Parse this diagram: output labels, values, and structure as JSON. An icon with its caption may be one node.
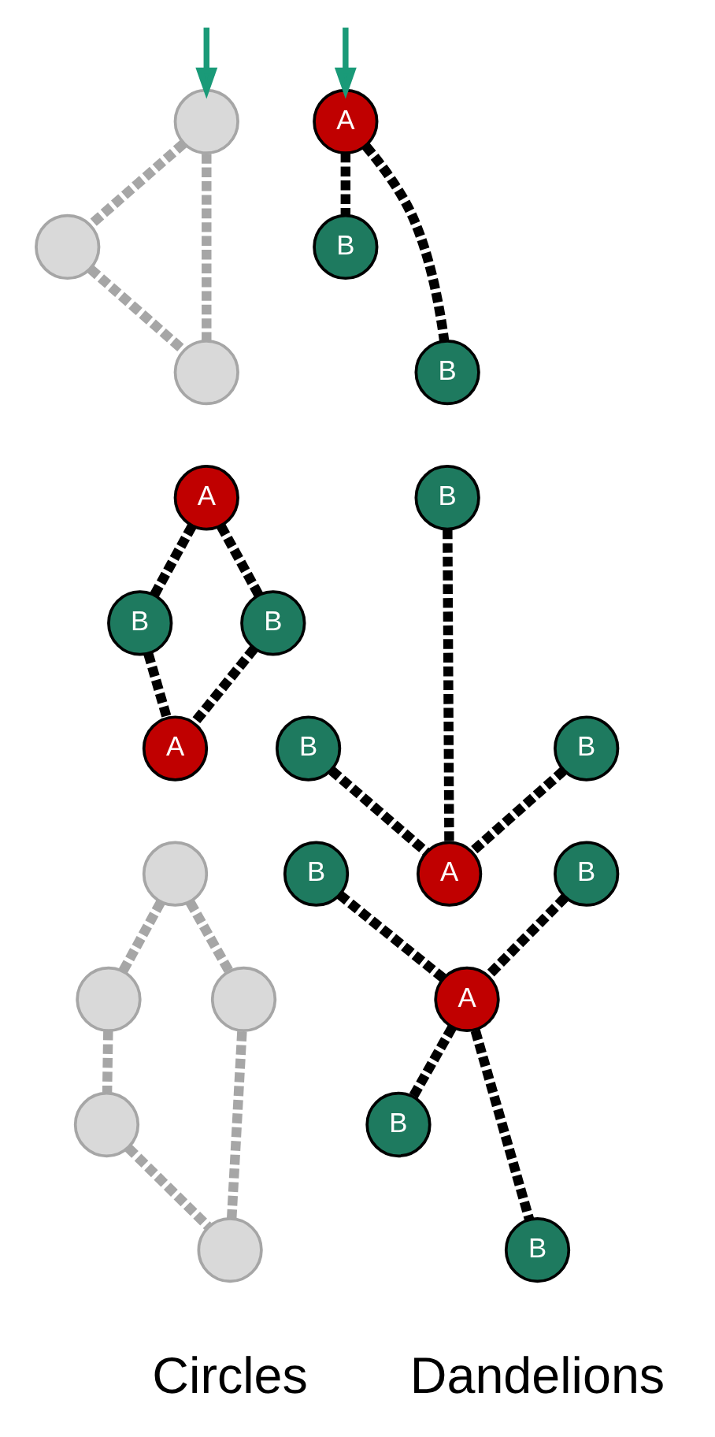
{
  "diagram": {
    "nodes": [
      {
        "text": [],
        "shape": "circle"
      },
      {
        "text": [],
        "shape": "circle"
      },
      {
        "text": [],
        "shape": "circle"
      },
      {
        "text": [
          "A"
        ]
      },
      {
        "text": [
          "B"
        ]
      },
      {
        "text": [
          "B"
        ]
      },
      {
        "text": [
          "A"
        ]
      },
      {
        "text": [
          "B"
        ]
      },
      {
        "text": [
          "B"
        ]
      },
      {
        "text": [
          "A"
        ]
      },
      {
        "text": [
          "B"
        ]
      },
      {
        "text": [
          "B"
        ]
      },
      {
        "text": [
          "A"
        ]
      },
      {
        "text": [
          "B"
        ]
      },
      {
        "text": [],
        "shape": "circle"
      },
      {
        "text": [],
        "shape": "circle"
      },
      {
        "text": [],
        "shape": "circle"
      },
      {
        "text": [],
        "shape": "circle"
      },
      {
        "text": [],
        "shape": "circle"
      },
      {
        "text": [
          "B"
        ]
      },
      {
        "text": [
          "B"
        ]
      },
      {
        "text": [
          "A"
        ]
      },
      {
        "text": [
          "B"
        ]
      },
      {
        "text": [
          "B"
        ]
      }
    ],
    "edges": [
      {
        "from": null,
        "to": 0,
        "arrow": "to",
        "color": "#1a9a78"
      },
      {
        "from": null,
        "to": 3,
        "arrow": "to",
        "color": "#1a9a78"
      },
      {
        "from": 0,
        "to": 1,
        "arrow": "none",
        "style": "dashed",
        "color": "#a6a6a6"
      },
      {
        "from": 0,
        "to": 2,
        "arrow": "none",
        "style": "dashed",
        "color": "#a6a6a6"
      },
      {
        "from": 1,
        "to": 2,
        "arrow": "none",
        "style": "dashed",
        "color": "#a6a6a6"
      },
      {
        "from": 3,
        "to": 4,
        "arrow": "none",
        "style": "dashed"
      },
      {
        "from": 3,
        "to": 5,
        "arrow": "none",
        "style": "dashed"
      },
      {
        "from": 6,
        "to": 7,
        "arrow": "none",
        "style": "dashed"
      },
      {
        "from": 7,
        "to": 9,
        "arrow": "none",
        "style": "dashed"
      },
      {
        "from": 6,
        "to": 8,
        "arrow": "none",
        "style": "dashed"
      },
      {
        "from": 8,
        "to": 9,
        "arrow": "none",
        "style": "dashed"
      },
      {
        "from": 10,
        "to": 12,
        "arrow": "none",
        "style": "dashed"
      },
      {
        "from": 11,
        "to": 12,
        "arrow": "none",
        "style": "dashed"
      },
      {
        "from": 13,
        "to": 12,
        "arrow": "none",
        "style": "dashed"
      },
      {
        "from": 14,
        "to": 15,
        "arrow": "none",
        "style": "dashed",
        "color": "#a6a6a6"
      },
      {
        "from": 14,
        "to": 16,
        "arrow": "none",
        "style": "dashed",
        "color": "#a6a6a6"
      },
      {
        "from": 15,
        "to": 17,
        "arrow": "none",
        "style": "dashed",
        "color": "#a6a6a6"
      },
      {
        "from": 16,
        "to": 18,
        "arrow": "none",
        "style": "dashed",
        "color": "#a6a6a6"
      },
      {
        "from": 17,
        "to": 18,
        "arrow": "none",
        "style": "dashed",
        "color": "#a6a6a6"
      },
      {
        "from": 19,
        "to": 21,
        "arrow": "none",
        "style": "dashed"
      },
      {
        "from": 20,
        "to": 21,
        "arrow": "none",
        "style": "dashed"
      },
      {
        "from": 21,
        "to": 22,
        "arrow": "none",
        "style": "dashed"
      },
      {
        "from": 21,
        "to": 23,
        "arrow": "none",
        "style": "dashed"
      }
    ],
    "labels": [
      "Circles",
      "Dandelions"
    ]
  }
}
